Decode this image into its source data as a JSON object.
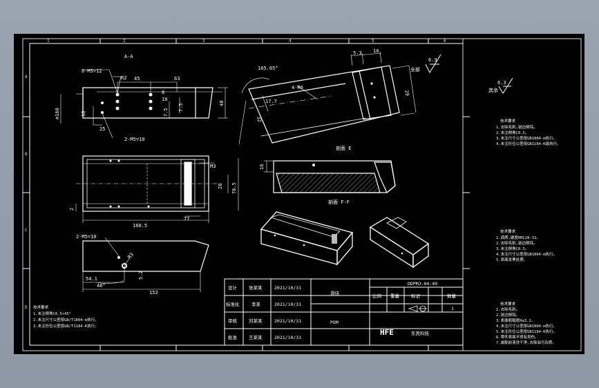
{
  "views": {
    "section_label": "A-A",
    "section_b_label": "剖面 E",
    "section_f_label": "剖面 F-F"
  },
  "dims": {
    "top_view": {
      "thread_6": "6-M5▽12",
      "r2": "R2",
      "d45": "45",
      "d63": "63",
      "d40": "40",
      "d8": "8",
      "d10": "10",
      "d25": "25",
      "d75a": "7.5",
      "d75b": "7.5",
      "d18": "18",
      "phi": "∅160",
      "thread_2": "2-M5▽10"
    },
    "middle_view": {
      "d160_5": "160.5",
      "d26": "26",
      "d76_5": "76.5",
      "d77": "77",
      "d2": "2",
      "m3": "M3"
    },
    "bottom_view": {
      "thread": "2-M5▽10",
      "d54_1": "54.1",
      "d46": "46°",
      "d153": "153",
      "d52": "5.2",
      "r32": "R3"
    },
    "iso_view": {
      "angle": "165.05°",
      "d53": "5.3",
      "d10": "10",
      "d29": "29",
      "d17_7": "17.7",
      "d32": "32",
      "r": "4-R6"
    },
    "section_dim": "16"
  },
  "surface": {
    "all_text": "全部",
    "value": "6.3",
    "rest_text": "其余",
    "rest_value": "6.3"
  },
  "notes_right_1": {
    "title": "技术要求",
    "lines": [
      "1.去除毛刺,锐边倒钝。",
      "2.未注倒角C0.5。",
      "3.未注尺寸公差按GB1804-m执行。",
      "4.未注形位公差按GB1184-K级执行。"
    ]
  },
  "notes_right_2": {
    "title": "技术要求",
    "lines": [
      "1.调质,硬度HRC28-32。",
      "2.去除毛刺,锐边倒钝。",
      "3.未注倒角C0.5。",
      "4.未注尺寸公差按GB1804-m执行。",
      "5.表面发黑处理。"
    ]
  },
  "notes_right_3": {
    "title": "技术要求",
    "lines": [
      "1.去除毛刺。",
      "2.锐边倒钝。",
      "3.表面粗糙度Ra3.2。",
      "4.未注尺寸公差按GB1804-m执行。",
      "5.未注形位公差按GB1184-K执行。",
      "6.零件表面不得有划伤。",
      "7.装配前清洗干净,去除油污杂质。"
    ]
  },
  "notes_left": {
    "title": "技术要求",
    "lines": [
      "1.未注倒角C0.5×45°",
      "2.未注尺寸公差按GB/T1804-m执行。",
      "3.未注形位公差按GB/T1184-K执行。"
    ]
  },
  "title_block": {
    "row_labels": [
      "设计",
      "标准化",
      "审核",
      "批准"
    ],
    "names": [
      "张某某",
      "李某",
      "刘某某",
      "王某某"
    ],
    "dates": [
      "2021/10/31",
      "2021/10/31",
      "2021/10/31",
      "2021/10/31"
    ],
    "part_name": "滑块",
    "material": "POM",
    "drawing_no": "DDPMJ-04-49",
    "scale_label": "比例",
    "qty_label": "数量",
    "mark_label": "标记",
    "weight_label": "重量",
    "qty_value": "1",
    "logo": "HFE",
    "company": "东莞科技"
  },
  "border": {
    "cols": [
      "1",
      "2",
      "3",
      "4",
      "5",
      "6"
    ],
    "rows": [
      "A",
      "B",
      "C",
      "D"
    ]
  },
  "colors": {
    "background": "#9aa4b0",
    "sheet": "#000000",
    "line": "#ffffff",
    "hatch": "#ffffff"
  }
}
